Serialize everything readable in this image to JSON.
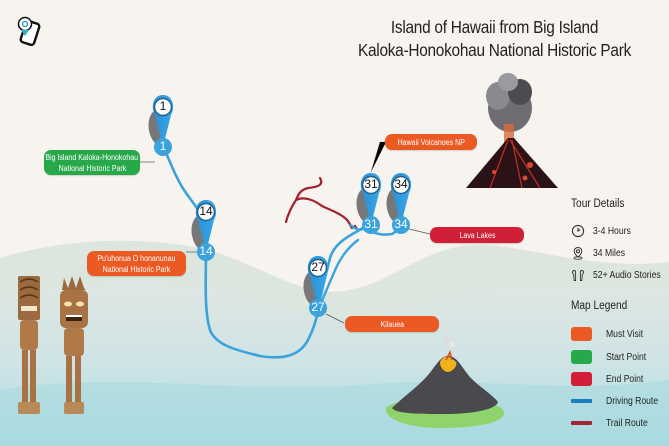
{
  "title": {
    "line1": "Island of Hawaii from Big Island",
    "line2": "Kaloka-Honokohau National Historic Park"
  },
  "logo": {
    "icon": "map-pin-phone-logo-icon"
  },
  "stops": [
    {
      "number": "1",
      "label_line1": "Big Island Kaloka-Honokohau",
      "label_line2": "National Historic Park",
      "type": "start"
    },
    {
      "number": "14",
      "label_line1": "Pu'uhonua O honanunau",
      "label_line2": "National Historic Park",
      "type": "must-visit"
    },
    {
      "number": "27",
      "label_line1": "Kilauea",
      "type": "must-visit"
    },
    {
      "number": "31",
      "label_line1": "Hawaii Volcanoes NP",
      "type": "must-visit"
    },
    {
      "number": "34",
      "label_line1": "Lava Lakes",
      "type": "end"
    }
  ],
  "tour_details": {
    "heading": "Tour Details",
    "items": [
      {
        "icon": "clock-icon",
        "text": "3-4 Hours"
      },
      {
        "icon": "location-pin-icon",
        "text": "34  Miles"
      },
      {
        "icon": "earbuds-icon",
        "text": "52+ Audio Stories"
      }
    ]
  },
  "legend": {
    "heading": "Map Legend",
    "items": [
      {
        "label": "Must Visit",
        "color": "#ec5a24",
        "kind": "swatch"
      },
      {
        "label": "Start Point",
        "color": "#27a94a",
        "kind": "swatch"
      },
      {
        "label": "End Point",
        "color": "#d01f36",
        "kind": "swatch"
      },
      {
        "label": "Driving Route",
        "color": "#1f7bbf",
        "kind": "line"
      },
      {
        "label": "Trail Route",
        "color": "#a3253a",
        "kind": "line"
      }
    ]
  },
  "colors": {
    "must_visit": "#ec5a24",
    "start": "#27a94a",
    "end": "#d01f36",
    "driving_route": "#3aa3dc",
    "trail_route": "#a3202e",
    "pin": "#2d95d6"
  }
}
